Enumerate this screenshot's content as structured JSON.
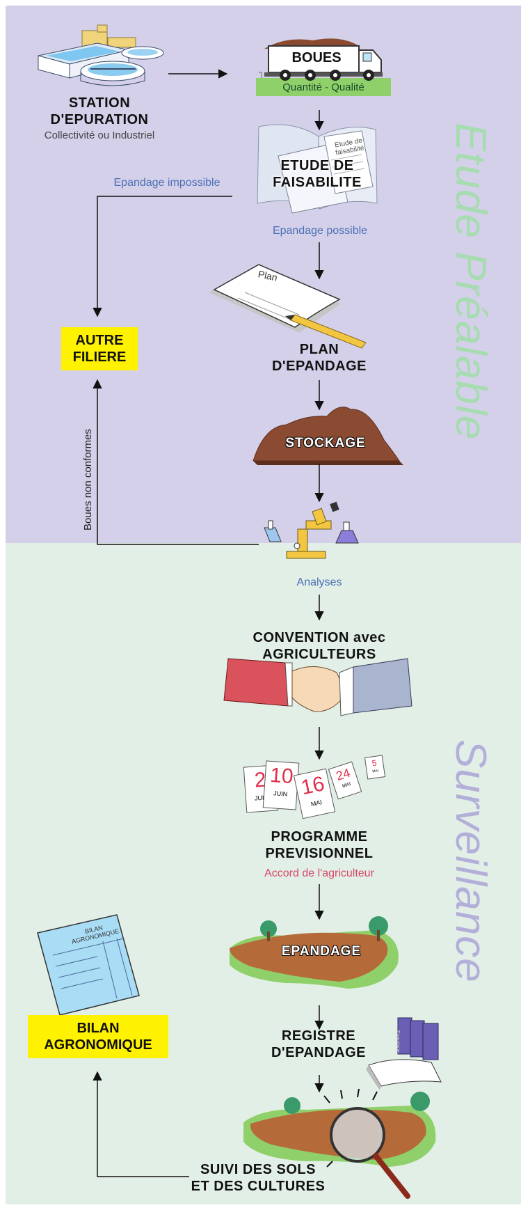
{
  "sections": {
    "etude_label": "Etude Préalable",
    "surveillance_label": "Surveillance",
    "etude_color": "#a6dcb0",
    "surveillance_color": "#b3afd9"
  },
  "station": {
    "title_line1": "STATION",
    "title_line2": "D'EPURATION",
    "subtitle": "Collectivité ou Industriel"
  },
  "boues": {
    "label": "BOUES",
    "subtitle": "Quantité - Qualité"
  },
  "etude": {
    "line1": "ETUDE DE",
    "line2": "FAISABILITE",
    "doc_text": "Etude de faisabilité"
  },
  "epandage_impossible": "Epandage impossible",
  "epandage_possible": "Epandage possible",
  "plan": {
    "doc_text": "Plan",
    "line1": "PLAN",
    "line2": "D'EPANDAGE"
  },
  "autre_filiere": {
    "line1": "AUTRE",
    "line2": "FILIERE"
  },
  "stockage": "STOCKAGE",
  "boues_non_conformes": "Boues non conformes",
  "analyses": "Analyses",
  "convention": {
    "line1": "CONVENTION avec",
    "line2": "AGRICULTEURS"
  },
  "calendar": {
    "pages": [
      {
        "day": "2",
        "month": "JUIN"
      },
      {
        "day": "10",
        "month": "JUIN"
      },
      {
        "day": "16",
        "month": "MAI"
      },
      {
        "day": "24",
        "month": "MAI"
      },
      {
        "day": "5",
        "month": "MAI"
      }
    ]
  },
  "programme": {
    "line1": "PROGRAMME",
    "line2": "PREVISIONNEL",
    "subtitle": "Accord de l'agriculteur"
  },
  "epandage": "EPANDAGE",
  "bilan": {
    "doc_line1": "BILAN",
    "doc_line2": "AGRONOMIQUE",
    "line1": "BILAN",
    "line2": "AGRONOMIQUE"
  },
  "registre": {
    "line1": "REGISTRE",
    "line2": "D'EPANDAGE",
    "book_label": "Epandage"
  },
  "suivi": {
    "line1": "SUIVI DES SOLS",
    "line2": "ET DES CULTURES"
  }
}
